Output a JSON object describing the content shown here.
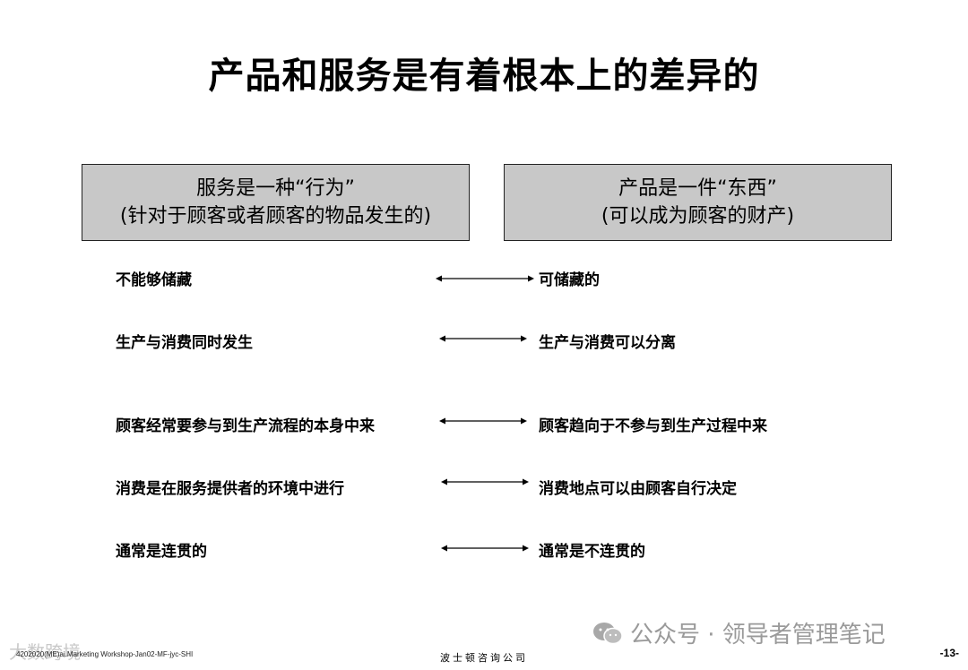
{
  "title": "产品和服务是有着根本上的差异的",
  "left_header": {
    "line1": "服务是一种“行为”",
    "line2": "(针对于顾客或者顾客的物品发生的)"
  },
  "right_header": {
    "line1": "产品是一件“东西”",
    "line2": "(可以成为顾客的财产)"
  },
  "rows": [
    {
      "left": "不能够储藏",
      "right": "可储藏的"
    },
    {
      "left": "生产与消费同时发生",
      "right": "生产与消费可以分离"
    },
    {
      "left": "顾客经常要参与到生产流程的本身中来",
      "right": "顾客趋向于不参与到生产过程中来"
    },
    {
      "left": "消费是在服务提供者的环境中进行",
      "right": "消费地点可以由顾客自行决定"
    },
    {
      "left": "通常是连贯的",
      "right": "通常是不连贯的"
    }
  ],
  "footer": {
    "left": "4202020(ME)ai.Marketing Workshop-Jan02-MF-jyc-SHI",
    "center": "波士顿咨询公司",
    "page": "-13-"
  },
  "watermark": {
    "text": "公众号 · 领导者管理笔记",
    "corner": "大数跨境"
  }
}
